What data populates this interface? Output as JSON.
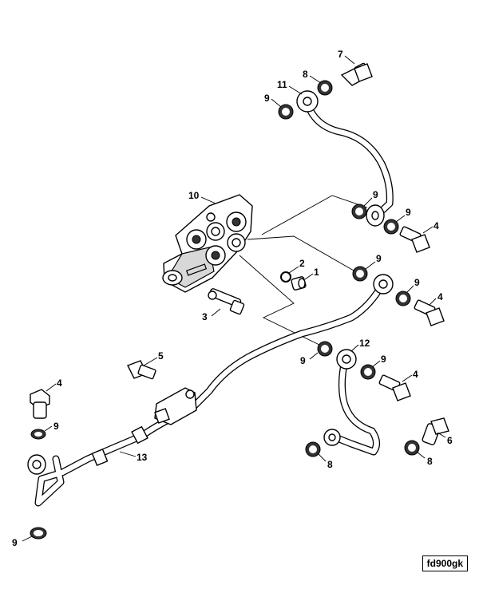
{
  "title": "",
  "callouts": {
    "c1": "1",
    "c2": "2",
    "c3": "3",
    "c4a": "4",
    "c4b": "4",
    "c4c": "4",
    "c4d": "4",
    "c5": "5",
    "c6": "6",
    "c7": "7",
    "c8a": "8",
    "c8b": "8",
    "c8c": "8",
    "c9a": "9",
    "c9b": "9",
    "c9c": "9",
    "c9d": "9",
    "c9e": "9",
    "c9f": "9",
    "c9g": "9",
    "c9h": "9",
    "c9i": "9",
    "c10": "10",
    "c11": "11",
    "c12": "12",
    "c13": "13"
  },
  "reference": "fd900gk"
}
